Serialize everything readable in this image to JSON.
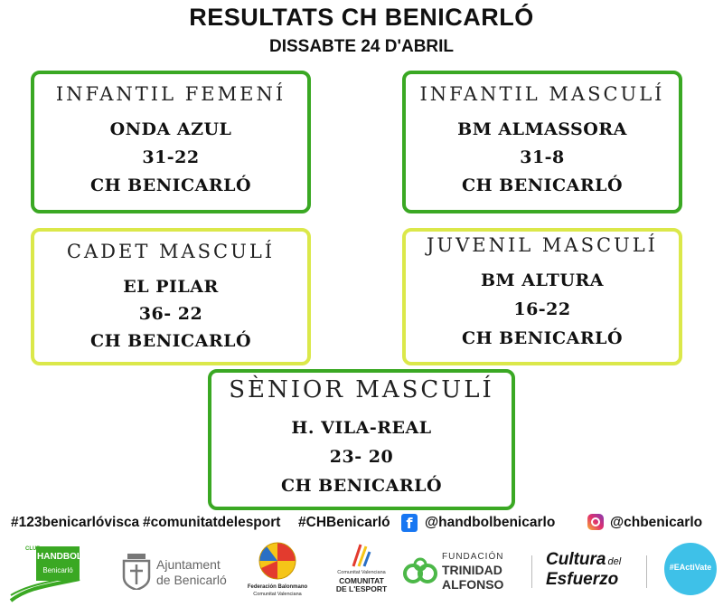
{
  "header": {
    "title": "RESULTATS CH BENICARLÓ",
    "subtitle": "DISSABTE 24 D'ABRIL"
  },
  "results": [
    {
      "category": "INFANTIL FEMENÍ",
      "team1": "ONDA AZUL",
      "score": "31-22",
      "team2": "CH BENICARLÓ"
    },
    {
      "category": "INFANTIL MASCULÍ",
      "team1": "BM ALMASSORA",
      "score": "31-8",
      "team2": "CH BENICARLÓ"
    },
    {
      "category": "CADET MASCULÍ",
      "team1": "EL PILAR",
      "score": "36- 22",
      "team2": "CH BENICARLÓ"
    },
    {
      "category": "JUVENIL MASCULÍ",
      "team1": "BM ALTURA",
      "score": "16-22",
      "team2": "CH BENICARLÓ"
    },
    {
      "category": "SÈNIOR MASCULÍ",
      "team1": "H. VILA-REAL",
      "score": "23- 20",
      "team2": "CH BENICARLÓ"
    }
  ],
  "footer": {
    "hashtags": [
      "#123benicarlóvisca",
      "#comunitatdelesport",
      "#CHBenicarló"
    ],
    "facebook": "@handbolbenicarlo",
    "instagram": "@chbenicarlo"
  },
  "sponsors": {
    "club_logo": {
      "top": "CLUB",
      "main": "HANDBOL",
      "sub": "Benicarló"
    },
    "ajuntament": {
      "line1": "Ajuntament",
      "line2": "de Benicarló"
    },
    "federacion": {
      "line1": "Federación Balonmano",
      "line2": "Comunitat Valenciana"
    },
    "comunitat_esport": {
      "line1": "Comunitat Valenciana",
      "line2": "COMUNITAT",
      "line3": "DE L'ESPORT"
    },
    "fundacion": {
      "line1": "FUNDACIÓN",
      "line2": "TRINIDAD",
      "line3": "ALFONSO"
    },
    "cultura": {
      "line1": "Cultura",
      "line1b": "del",
      "line2": "Esfuerzo"
    },
    "eactivate": "#EActiVate"
  },
  "colors": {
    "green_border": "#3aa823",
    "lime_border": "#dbe84a",
    "eactivate_bg": "#3ec1e8"
  }
}
